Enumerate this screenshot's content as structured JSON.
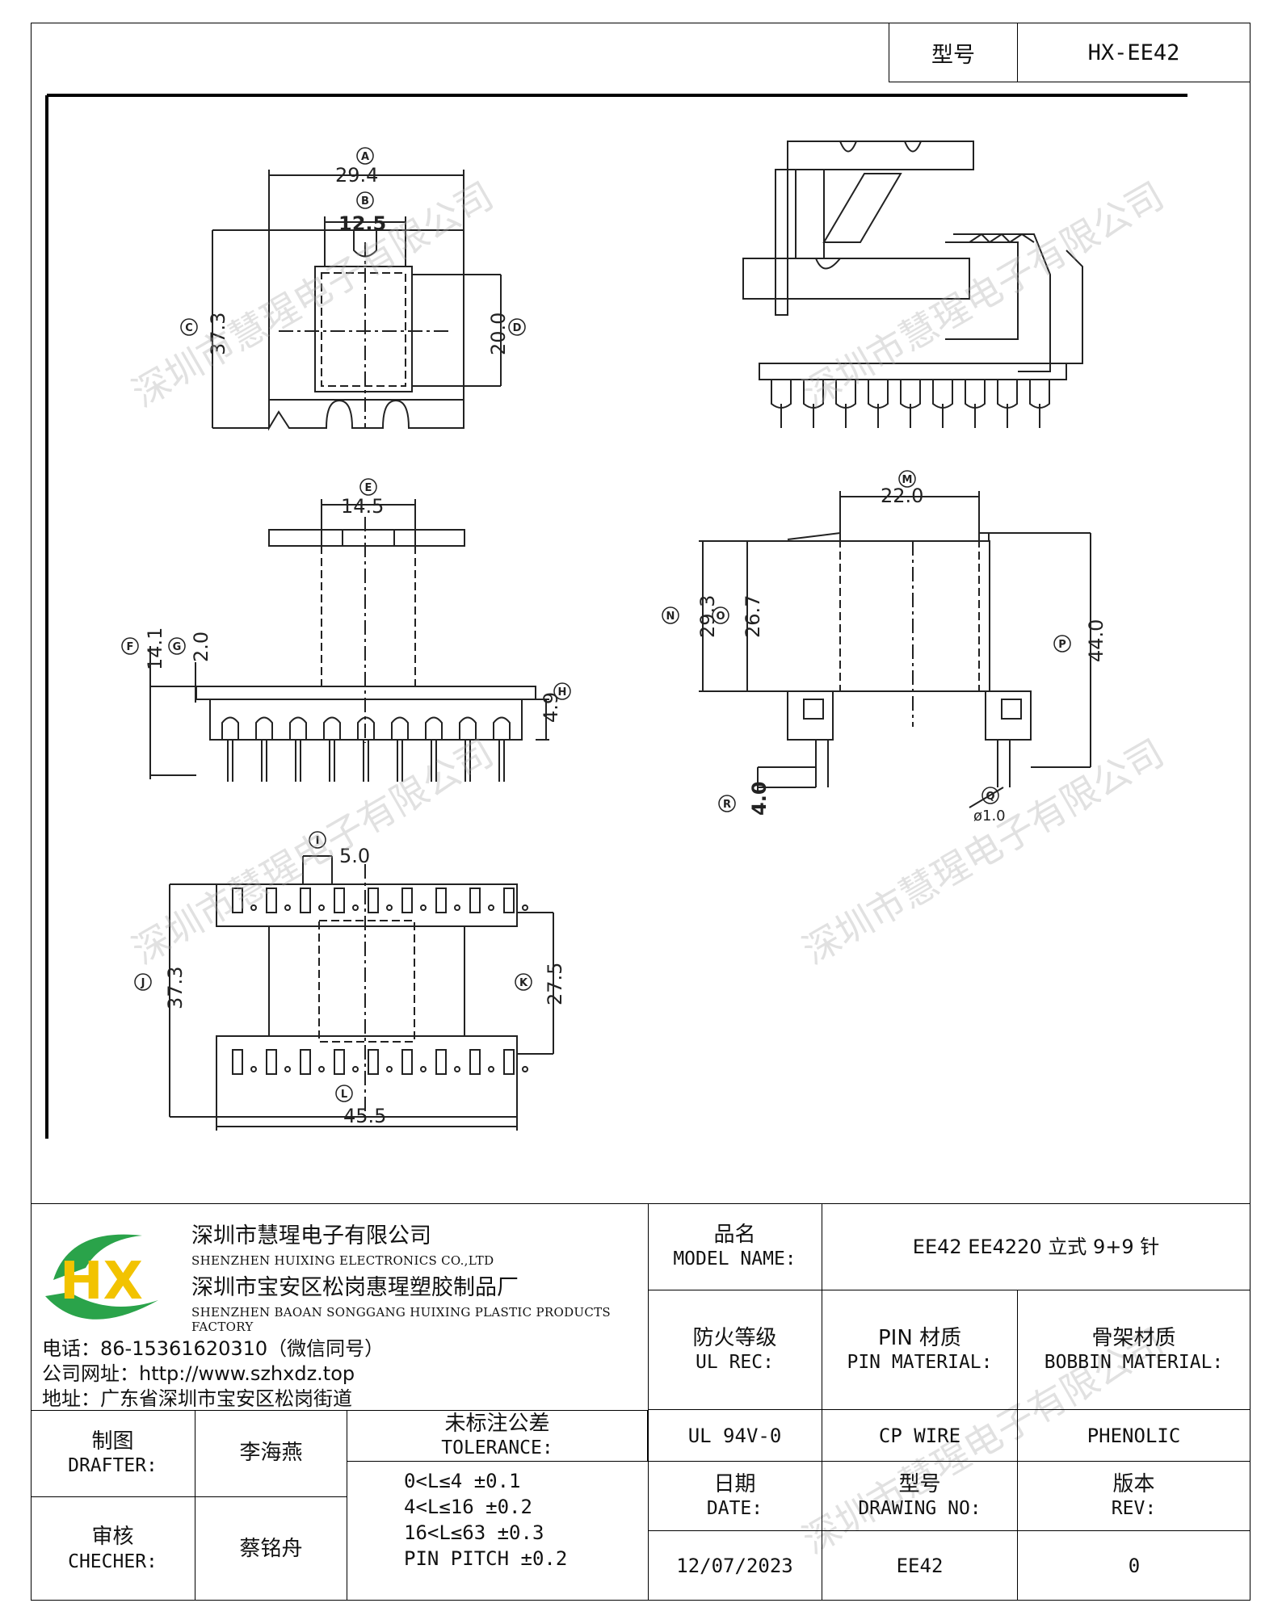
{
  "header": {
    "model_label": "型号",
    "model_value": "HX-EE42"
  },
  "watermark": "深圳市慧瑆电子有限公司",
  "dimensions": {
    "A": "29.4",
    "B": "12.5",
    "C": "37.3",
    "D": "20.0",
    "E": "14.5",
    "F": "14.1",
    "G": "2.0",
    "H": "4.9",
    "I": "5.0",
    "J": "37.3",
    "K": "27.5",
    "L": "45.5",
    "M": "22.0",
    "N": "29.3",
    "O": "26.7",
    "P": "44.0",
    "R": "4.0",
    "Q": "ø1.0"
  },
  "dimension_letters": {
    "A": "A",
    "B": "B",
    "C": "C",
    "D": "D",
    "E": "E",
    "F": "F",
    "G": "G",
    "H": "H",
    "I": "I",
    "J": "J",
    "K": "K",
    "L": "L",
    "M": "M",
    "N": "N",
    "O": "O",
    "P": "P",
    "Q": "Q",
    "R": "R"
  },
  "company": {
    "logo": "HX",
    "name_cn": "深圳市慧瑆电子有限公司",
    "name_en": "SHENZHEN HUIXING ELECTRONICS CO.,LTD",
    "factory_cn": "深圳市宝安区松岗惠瑆塑胶制品厂",
    "factory_en": "SHENZHEN BAOAN SONGGANG HUIXING PLASTIC PRODUCTS FACTORY",
    "phone": "电话：86-15361620310（微信同号）",
    "website": "公司网址：http://www.szhxdz.top",
    "address": "地址：广东省深圳市宝安区松岗街道"
  },
  "title_block": {
    "model_name_cn": "品名",
    "model_name_en": "MODEL NAME:",
    "model_name_value": "EE42 EE4220 立式 9+9 针",
    "ul_cn": "防火等级",
    "ul_en": "UL REC:",
    "pin_mat_cn": "PIN 材质",
    "pin_mat_en": "PIN MATERIAL:",
    "bobbin_mat_cn": "骨架材质",
    "bobbin_mat_en": "BOBBIN MATERIAL:",
    "ul_value": "UL 94V-0",
    "pin_value": "CP WIRE",
    "bobbin_value": "PHENOLIC",
    "drafter_cn": "制图",
    "drafter_en": "DRAFTER:",
    "drafter_value": "李海燕",
    "checker_cn": "审核",
    "checker_en": "CHECHER:",
    "checker_value": "蔡铭舟",
    "tolerance_cn": "未标注公差",
    "tolerance_en": "TOLERANCE:",
    "tolerance_lines": [
      "0<L≤4  ±0.1",
      "4<L≤16 ±0.2",
      "16<L≤63 ±0.3",
      "PIN PITCH ±0.2"
    ],
    "date_cn": "日期",
    "date_en": "DATE:",
    "date_value": "12/07/2023",
    "drawing_no_cn": "型号",
    "drawing_no_en": "DRAWING NO:",
    "drawing_no_value": "EE42",
    "rev_cn": "版本",
    "rev_en": "REV:",
    "rev_value": "0"
  }
}
